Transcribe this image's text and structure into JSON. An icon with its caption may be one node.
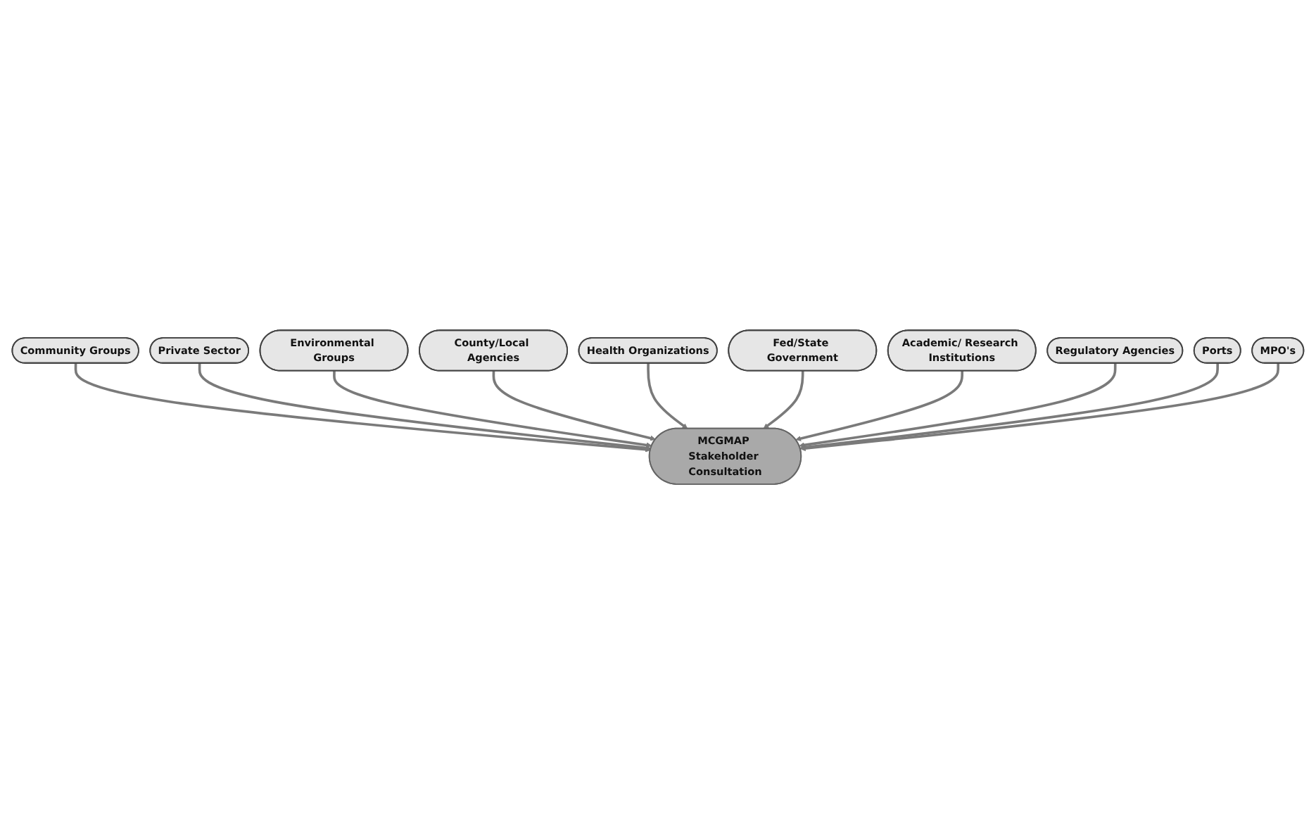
{
  "diagram": {
    "nodes": [
      {
        "text": [
          "Community Groups"
        ]
      },
      {
        "text": [
          "Private Sector"
        ]
      },
      {
        "text": [
          "Environmental Groups"
        ]
      },
      {
        "text": [
          "County/Local Agencies"
        ]
      },
      {
        "text": [
          "Health Organizations"
        ]
      },
      {
        "text": [
          "MCGMAP Stakeholder Consultation"
        ]
      },
      {
        "text": [
          "Fed/State Government"
        ]
      },
      {
        "text": [
          "Academic/ Research Institutions"
        ]
      },
      {
        "text": [
          "Regulatory Agencies"
        ]
      },
      {
        "text": [
          "Ports"
        ]
      },
      {
        "text": [
          "MPO's"
        ]
      }
    ],
    "edges": [
      {
        "from": 0,
        "to": 5,
        "arrow": "to"
      },
      {
        "from": 1,
        "to": 5,
        "arrow": "to"
      },
      {
        "from": 2,
        "to": 5,
        "arrow": "to"
      },
      {
        "from": 3,
        "to": 5,
        "arrow": "to"
      },
      {
        "from": 4,
        "to": 5,
        "arrow": "to"
      },
      {
        "from": 6,
        "to": 5,
        "arrow": "to"
      },
      {
        "from": 7,
        "to": 5,
        "arrow": "to"
      },
      {
        "from": 8,
        "to": 5,
        "arrow": "to"
      },
      {
        "from": 9,
        "to": 5,
        "arrow": "to"
      },
      {
        "from": 10,
        "to": 5,
        "arrow": "to"
      }
    ]
  }
}
